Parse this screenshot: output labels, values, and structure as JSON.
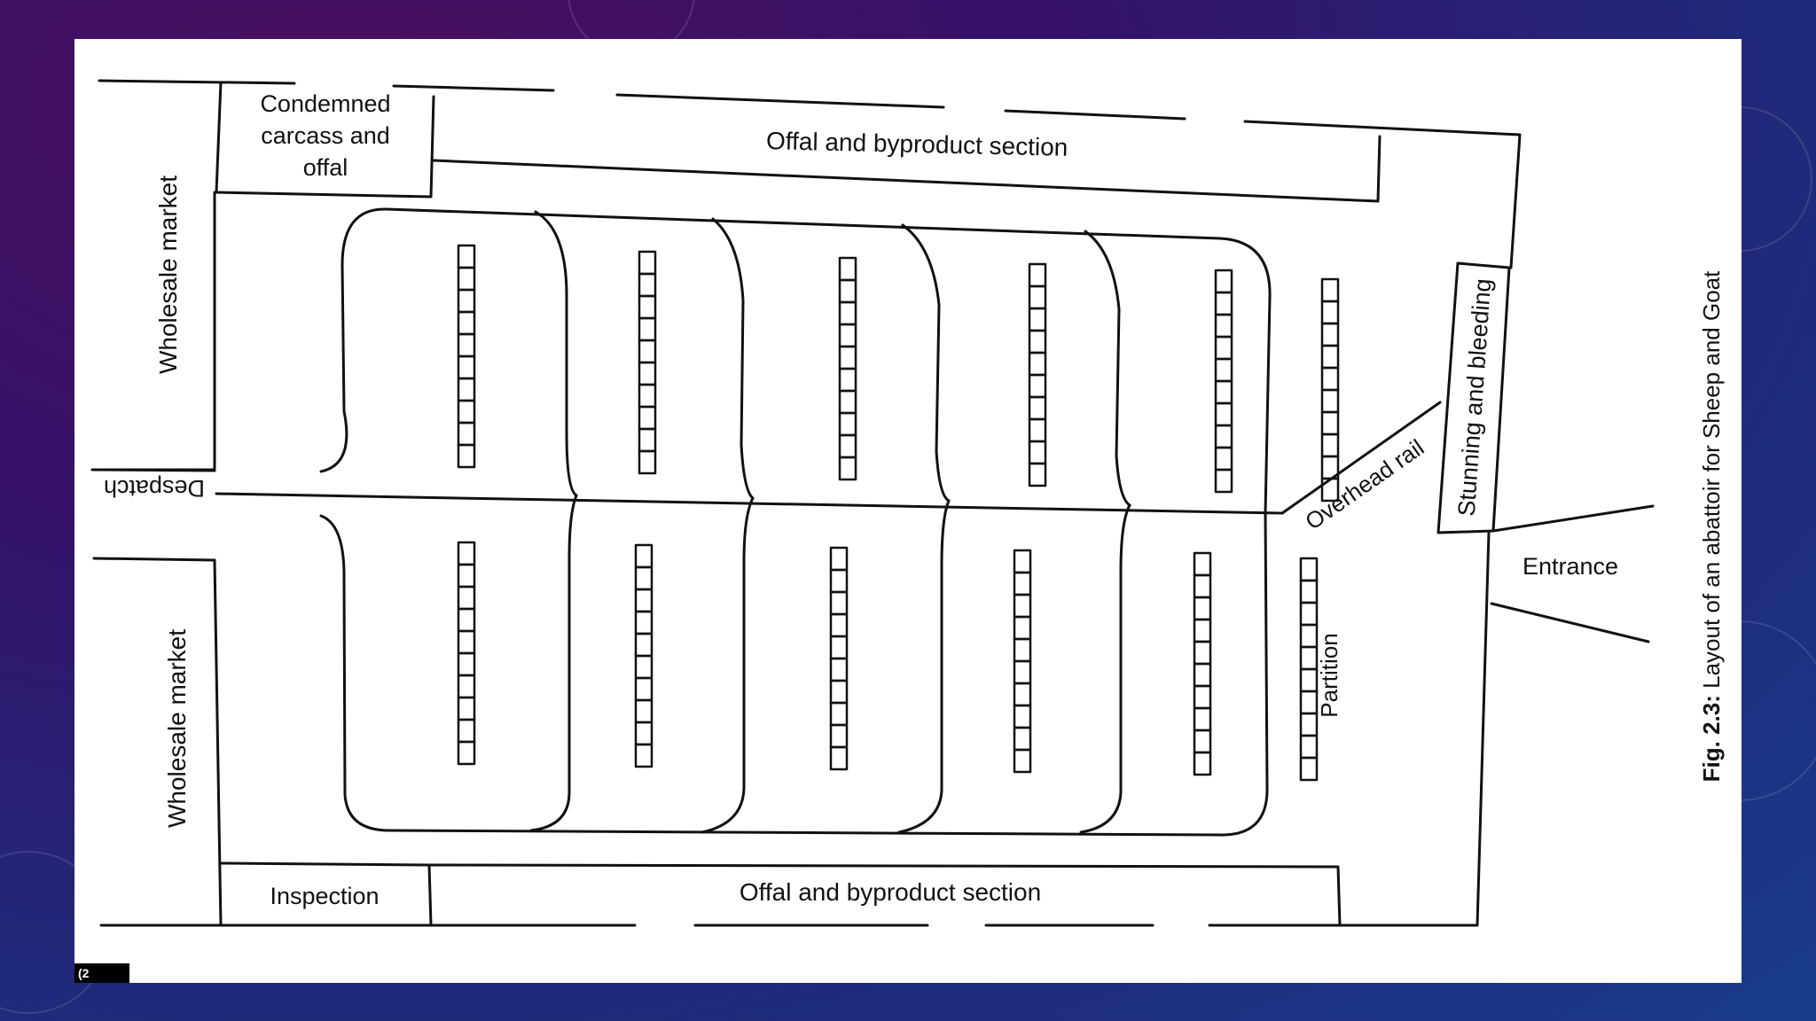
{
  "diagram": {
    "caption": {
      "prefix": "Fig. 2.3:",
      "text": " Layout of an abattoir for Sheep and Goat"
    },
    "rooms": {
      "condemned": [
        "Condemned",
        "carcass and",
        "offal"
      ],
      "offal_top": "Offal and byproduct section",
      "offal_bottom": "Offal and byproduct section",
      "inspection": "Inspection",
      "wholesale_top": "Wholesale market",
      "wholesale_bottom": "Wholesale market",
      "stunning": "Stunning and bleeding"
    },
    "labels": {
      "despatch": "Despatch",
      "entrance": "Entrance",
      "overhead_rail": "Overhead rail",
      "partition": "Partition"
    },
    "page_tab": "(2",
    "accent_colors": {
      "background_top": "#4a0f5c",
      "background_bottom": "#1a3c8c",
      "ink": "#111111"
    }
  }
}
